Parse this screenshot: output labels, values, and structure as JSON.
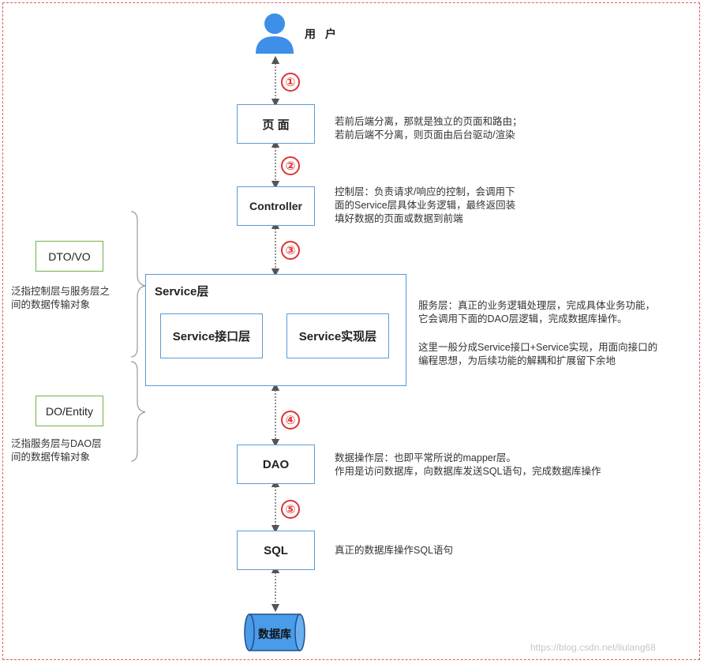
{
  "user": {
    "label": "用 户",
    "icon": "user-icon"
  },
  "boxes": {
    "page": "页 面",
    "controller": "Controller",
    "service_title": "Service层",
    "service_interface": "Service接口层",
    "service_impl": "Service实现层",
    "dao": "DAO",
    "sql": "SQL",
    "database": "数据库"
  },
  "steps": [
    "①",
    "②",
    "③",
    "④",
    "⑤"
  ],
  "notes": {
    "page": [
      "若前后端分离，那就是独立的页面和路由；",
      "若前后端不分离，则页面由后台驱动/渲染"
    ],
    "controller": [
      "控制层：负责请求/响应的控制，会调用下",
      "面的Service层具体业务逻辑，最终返回装",
      "填好数据的页面或数据到前端"
    ],
    "service": [
      "服务层：真正的业务逻辑处理层，完成具体业务功能，",
      "它会调用下面的DAO层逻辑，完成数据库操作。"
    ],
    "service_extra": [
      "这里一般分成Service接口+Service实现，用面向接口的",
      "编程思想，为后续功能的解耦和扩展留下余地"
    ],
    "dao": [
      "数据操作层：也即平常所说的mapper层。",
      "作用是访问数据库，向数据库发送SQL语句，完成数据库操作"
    ],
    "sql": [
      "真正的数据库操作SQL语句"
    ]
  },
  "side": {
    "dto": {
      "label": "DTO/VO",
      "desc": [
        "泛指控制层与服务层之",
        "间的数据传输对象"
      ]
    },
    "do": {
      "label": "DO/Entity",
      "desc": [
        "泛指服务层与DAO层",
        "间的数据传输对象"
      ]
    }
  },
  "colors": {
    "frame": "#e05a5a",
    "box_border": "#5b9bd5",
    "side_border": "#70b24a",
    "step": "#dd3333",
    "user": "#3d8fe8",
    "database": "#4a9be8"
  },
  "watermark": "https://blog.csdn.net/liulang68"
}
